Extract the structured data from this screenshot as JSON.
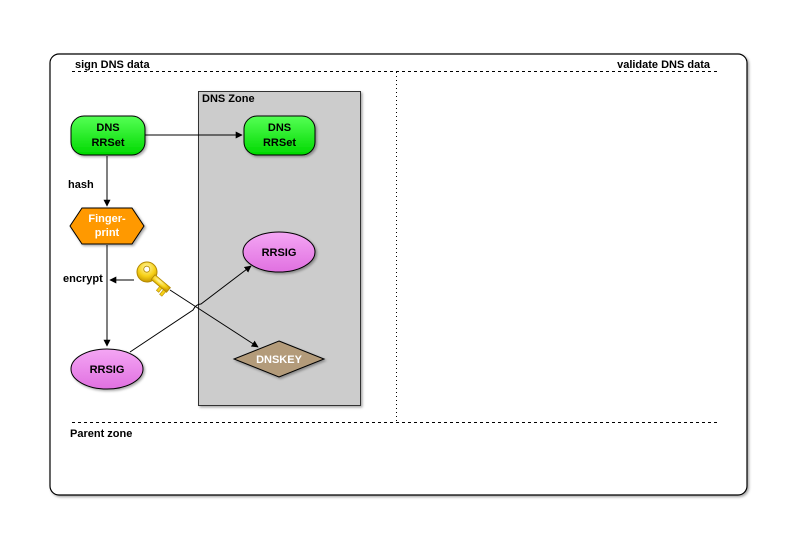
{
  "labels": {
    "sign": "sign DNS data",
    "validate": "validate DNS data",
    "zone": "DNS Zone",
    "parent": "Parent zone",
    "hash": "hash",
    "encrypt": "encrypt"
  },
  "nodes": {
    "rrset_src": {
      "line1": "DNS",
      "line2": "RRSet"
    },
    "rrset_zone": {
      "line1": "DNS",
      "line2": "RRSet"
    },
    "fingerprint": {
      "line1": "Finger-",
      "line2": "print"
    },
    "rrsig_src": {
      "text": "RRSIG"
    },
    "rrsig_zone": {
      "text": "RRSIG"
    },
    "dnskey": {
      "text": "DNSKEY"
    }
  },
  "colors": {
    "rrset": "#00ee00",
    "fingerprint": "#ff9900",
    "rrsig": "#ee82ee",
    "dnskey": "#b39b7a",
    "zone_fill": "#cccccc",
    "key": "#f7d117"
  },
  "icons": {
    "key": "key-icon"
  }
}
